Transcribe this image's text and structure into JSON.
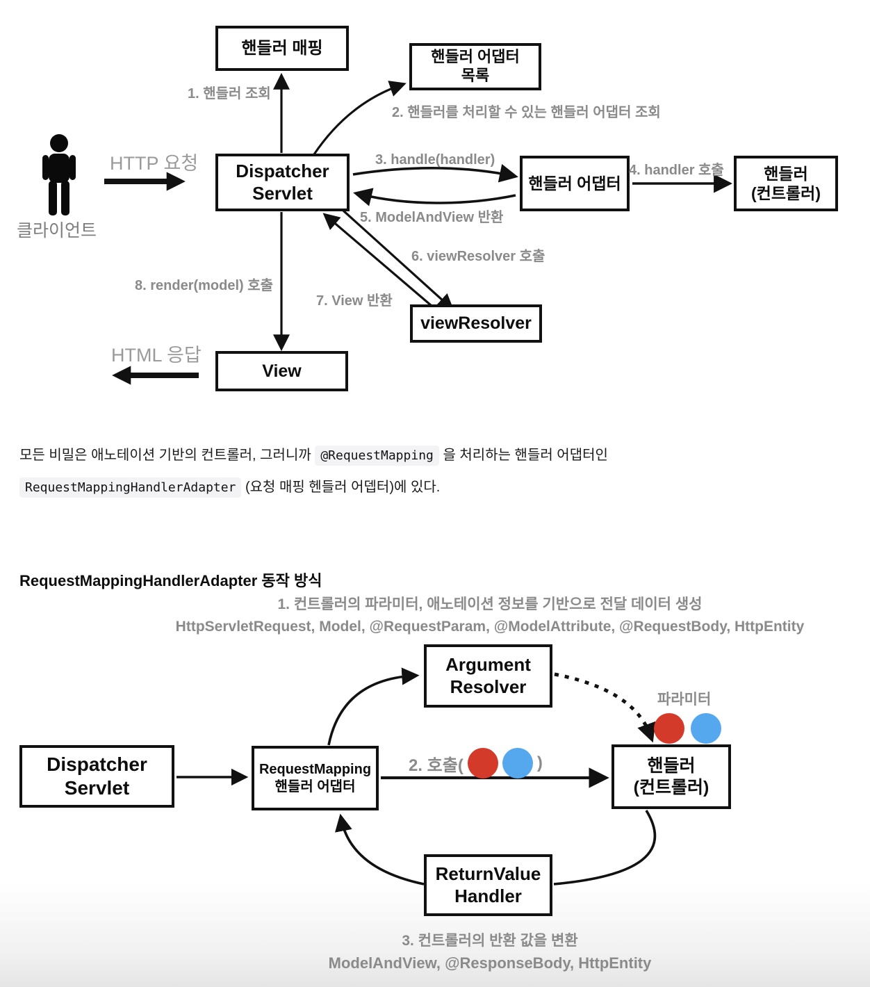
{
  "colors": {
    "red": "#d43a2a",
    "blue": "#55a8ee",
    "gray": "#8a8a8a",
    "gray_light": "#9a9a9a",
    "border": "#111111",
    "code_bg": "#f3f3f5"
  },
  "diagram1": {
    "boxes": {
      "handler_mapping": "핸들러 매핑",
      "adapter_list_line1": "핸들러 어댑터",
      "adapter_list_line2": "목록",
      "dispatcher_line1": "Dispatcher",
      "dispatcher_line2": "Servlet",
      "handler_adapter": "핸들러 어댑터",
      "handler_line1": "핸들러",
      "handler_line2": "(컨트롤러)",
      "view_resolver": "viewResolver",
      "view": "View"
    },
    "labels": {
      "client": "클라이언트",
      "http_request": "HTTP 요청",
      "html_response": "HTML 응답",
      "step1": "1. 핸들러 조회",
      "step2": "2. 핸들러를 처리할 수 있는 핸들러 어댑터 조회",
      "step3": "3. handle(handler)",
      "step4": "4. handler 호출",
      "step5": "5. ModelAndView 반환",
      "step6": "6. viewResolver 호출",
      "step7": "7. View 반환",
      "step8": "8. render(model) 호출"
    }
  },
  "paragraph": {
    "text1": "모든 비밀은 애노테이션 기반의 컨트롤러, 그러니까",
    "code1": "@RequestMapping",
    "text2": "을 처리하는 핸들러 어댑터인",
    "code2": "RequestMappingHandlerAdapter",
    "text3": "(요청 매핑 헨들러 어뎁터)에 있다."
  },
  "section2": {
    "heading": "RequestMappingHandlerAdapter 동작 방식",
    "caption_top1": "1. 컨트롤러의 파라미터, 애노테이션 정보를 기반으로 전달 데이터 생성",
    "caption_top2": "HttpServletRequest, Model, @RequestParam, @ModelAttribute, @RequestBody, HttpEntity",
    "caption_bottom1": "3. 컨트롤러의 반환 값을 변환",
    "caption_bottom2": "ModelAndView, @ResponseBody, HttpEntity"
  },
  "diagram2": {
    "boxes": {
      "dispatcher_line1": "Dispatcher",
      "dispatcher_line2": "Servlet",
      "rm_adapter_line1": "RequestMapping",
      "rm_adapter_line2": "핸들러 어댑터",
      "argument_resolver_line1": "Argument",
      "argument_resolver_line2": "Resolver",
      "handler_line1": "핸들러",
      "handler_line2": "(컨트롤러)",
      "return_value_line1": "ReturnValue",
      "return_value_line2": "Handler"
    },
    "labels": {
      "parameter": "파라미터",
      "call_open": "2. 호출(",
      "call_close": ")"
    }
  }
}
